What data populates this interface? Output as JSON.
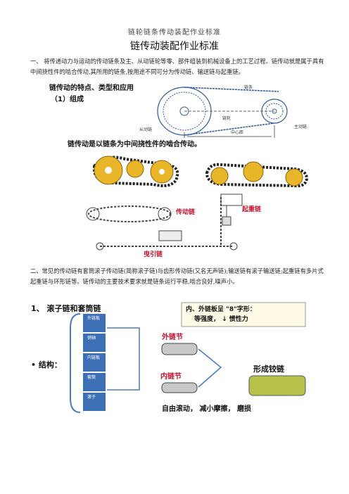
{
  "page": {
    "header": "链轮链条传动装配作业标准",
    "title": "链传动装配作业标准",
    "para1": "一、   将传递动力与运动的传动链条及主、从动链轮等零、部件组装到机械设备上的工艺过程。链传动就是属于具有中间挠性件的啮合传动,其所用的链条,按用途不同可分为传动链、输送链与起重链。",
    "para2": "二、常见的传动链有套筒滚子传动链(简称滚子链)与齿形传动链(又名无声链);输送链有滚子输送链;起重链有多片式起重链与环形链等。链传动的主要技术要求就是链条运行平稳,啮合良好,噪声小。"
  },
  "figure1": {
    "heading": "链传动的特点、类型和应用",
    "sub": "（1）组成",
    "labels": {
      "chain": "链条",
      "driven": "从动链",
      "driver": "主动链",
      "axis": "中心距",
      "center": "链轮"
    },
    "caption": "链传动是以链条为中间挠性件的啮合传动。"
  },
  "figure2": {
    "label_transmission": "传动链",
    "label_lifting": "起重链",
    "label_traction": "曳引链"
  },
  "figure3": {
    "heading": "1、 滚子链和套筒链",
    "note_line1": "内、外链板呈 \"8\"字形：",
    "note_line2": "等强度， ↓ 惯性力",
    "struct_label": "• 结构：",
    "outer_link": "外链节",
    "inner_link": "内链节",
    "form": "形成铰链",
    "free": "自由滚动， 减小摩擦， 磨损",
    "parts": [
      "外链板",
      "销轴",
      "内链板",
      "套筒",
      "滚子"
    ]
  },
  "colors": {
    "red": "#c8102e",
    "blue": "#1f4fa0",
    "gear": "#e9b62a"
  }
}
